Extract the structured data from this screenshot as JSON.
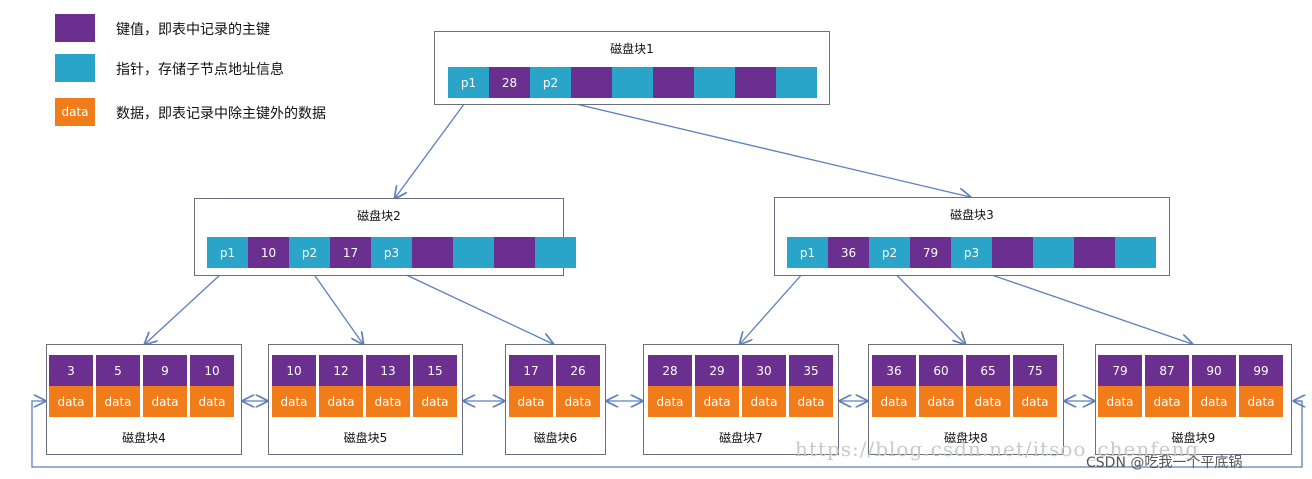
{
  "legend": [
    {
      "kind": "key",
      "text": "键值，即表中记录的主键",
      "swatch": ""
    },
    {
      "kind": "ptr",
      "text": "指针，存储子节点地址信息",
      "swatch": ""
    },
    {
      "kind": "dat",
      "text": "数据，即表记录中除主键外的数据",
      "swatch": "data"
    }
  ],
  "colors": {
    "key": "#6a2f8f",
    "pointer": "#2aa4c8",
    "data": "#f07d1a",
    "arrow": "#5b7fbf",
    "border": "#6a6f80"
  },
  "nodes": [
    {
      "id": "b1",
      "title": "磁盘块1",
      "cells": [
        [
          "p",
          "p1"
        ],
        [
          "k",
          "28"
        ],
        [
          "p",
          "p2"
        ],
        [
          "k",
          ""
        ],
        [
          "p",
          ""
        ],
        [
          "k",
          ""
        ],
        [
          "p",
          ""
        ],
        [
          "k",
          ""
        ],
        [
          "p",
          ""
        ]
      ]
    },
    {
      "id": "b2",
      "title": "磁盘块2",
      "cells": [
        [
          "p",
          "p1"
        ],
        [
          "k",
          "10"
        ],
        [
          "p",
          "p2"
        ],
        [
          "k",
          "17"
        ],
        [
          "p",
          "p3"
        ],
        [
          "k",
          ""
        ],
        [
          "p",
          ""
        ],
        [
          "k",
          ""
        ],
        [
          "p",
          ""
        ]
      ]
    },
    {
      "id": "b3",
      "title": "磁盘块3",
      "cells": [
        [
          "p",
          "p1"
        ],
        [
          "k",
          "36"
        ],
        [
          "p",
          "p2"
        ],
        [
          "k",
          "79"
        ],
        [
          "p",
          "p3"
        ],
        [
          "k",
          ""
        ],
        [
          "p",
          ""
        ],
        [
          "k",
          ""
        ],
        [
          "p",
          ""
        ]
      ]
    }
  ],
  "leaves": [
    {
      "id": "b4",
      "title": "磁盘块4",
      "keys": [
        "3",
        "5",
        "9",
        "10"
      ]
    },
    {
      "id": "b5",
      "title": "磁盘块5",
      "keys": [
        "10",
        "12",
        "13",
        "15"
      ]
    },
    {
      "id": "b6",
      "title": "磁盘块6",
      "keys": [
        "17",
        "26"
      ]
    },
    {
      "id": "b7",
      "title": "磁盘块7",
      "keys": [
        "28",
        "29",
        "30",
        "35"
      ]
    },
    {
      "id": "b8",
      "title": "磁盘块8",
      "keys": [
        "36",
        "60",
        "65",
        "75"
      ]
    },
    {
      "id": "b9",
      "title": "磁盘块9",
      "keys": [
        "79",
        "87",
        "90",
        "99"
      ]
    }
  ],
  "data_label": "data",
  "watermark": "https://blog.csdn.net/itsoo_chenfeng",
  "credit": "CSDN @吃我一个平底锅"
}
